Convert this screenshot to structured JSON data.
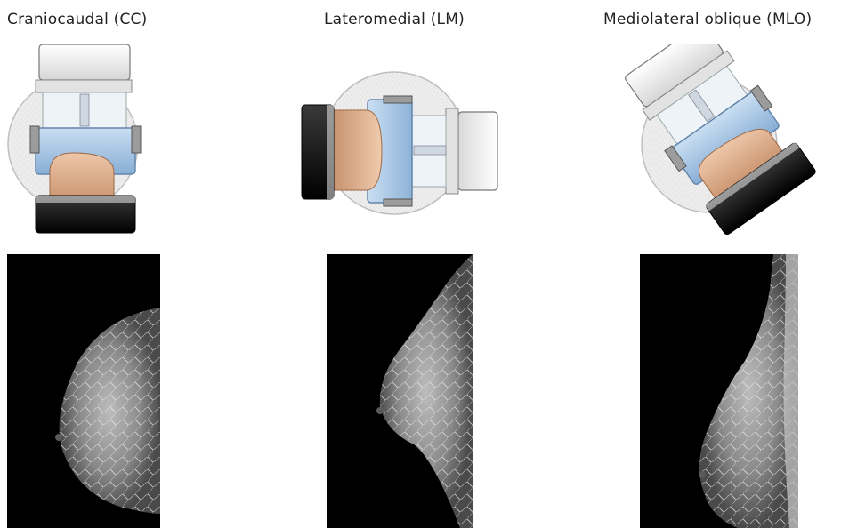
{
  "views": [
    {
      "title": "Craniocaudal (CC)"
    },
    {
      "title": "Lateromedial (LM)"
    },
    {
      "title": "Mediolateral oblique (MLO)"
    }
  ],
  "colors": {
    "background": "#ffffff",
    "paddle_blue": "#9ec4e6",
    "breast_skin": "#d7a98a",
    "detector_black": "#111111",
    "gantry_white": "#f4f4f4"
  }
}
